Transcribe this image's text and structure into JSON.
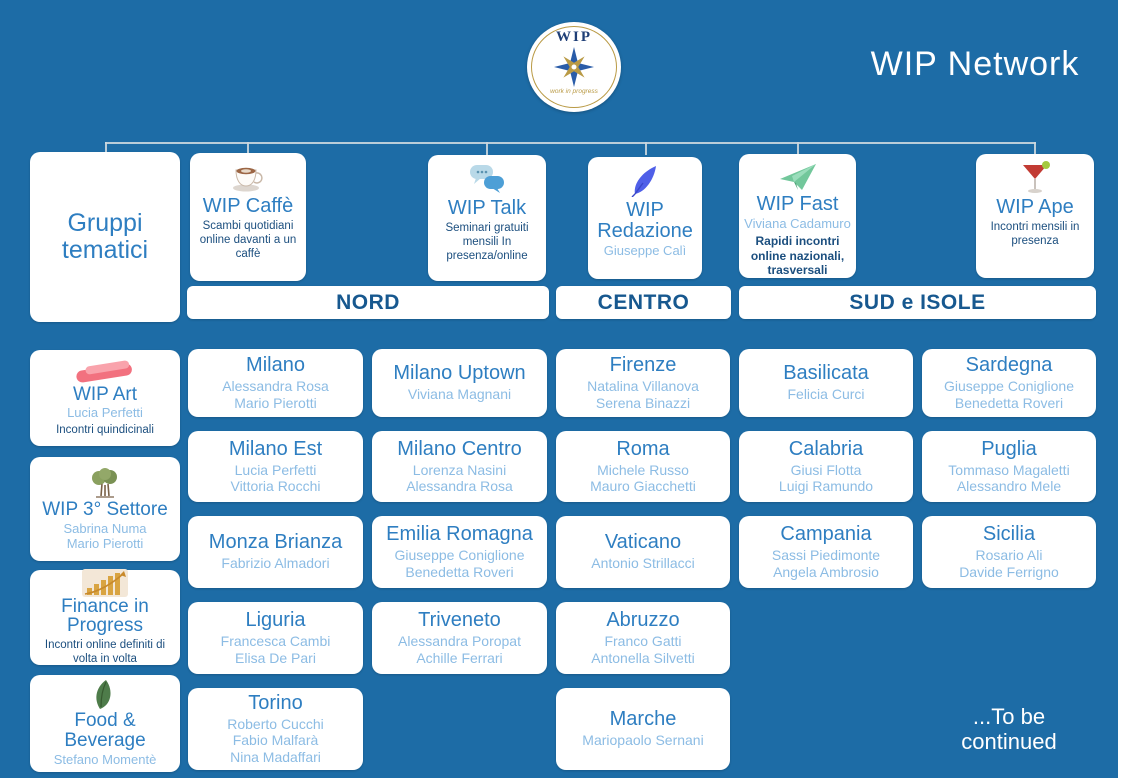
{
  "colors": {
    "background": "#1D6CA6",
    "card_title_blue": "#2E7EC1",
    "names_light_blue": "#8CBCE4",
    "description_dark_blue": "#1C4F7F",
    "region_label_blue": "#17588F",
    "title_white": "#FFFFFF"
  },
  "header": {
    "title": "WIP Network",
    "logo": {
      "text": "WIP",
      "tagline": "work in progress"
    }
  },
  "top_row": {
    "gruppi_tematici": "Gruppi tematici",
    "groups": [
      {
        "title": "WIP Caffè",
        "icon": "coffee-cup-icon",
        "people": [],
        "description": "Scambi quotidiani online davanti a un caffè"
      },
      {
        "title": "WIP Talk",
        "icon": "speech-bubbles-icon",
        "people": [],
        "description": "Seminari gratuiti mensili In presenza/online"
      },
      {
        "title": "WIP Redazione",
        "icon": "feather-icon",
        "people": [
          "Giuseppe Calì"
        ],
        "description": ""
      },
      {
        "title": "WIP Fast",
        "icon": "paper-plane-icon",
        "people": [
          "Viviana Cadamuro"
        ],
        "description": "Rapidi incontri online nazionali, trasversali"
      },
      {
        "title": "WIP Ape",
        "icon": "cocktail-icon",
        "people": [],
        "description": "Incontri mensili in presenza"
      }
    ]
  },
  "regions": {
    "nord": "NORD",
    "centro": "CENTRO",
    "sud": "SUD e ISOLE"
  },
  "thematic_groups": [
    {
      "title": "WIP Art",
      "icon": "paint-stroke-icon",
      "people": [
        "Lucia Perfetti"
      ],
      "description": "Incontri quindicinali"
    },
    {
      "title": "WIP 3° Settore",
      "icon": "tree-icon",
      "people": [
        "Sabrina Numa",
        "Mario Pierotti"
      ],
      "description": ""
    },
    {
      "title": "Finance in Progress",
      "icon": "bar-chart-icon",
      "people": [],
      "description": "Incontri online definiti di volta in volta"
    },
    {
      "title": "Food & Beverage",
      "icon": "leaf-icon",
      "people": [
        "Stefano Momentè"
      ],
      "description": ""
    }
  ],
  "grid": {
    "cards": [
      {
        "region": "nord",
        "title": "Milano",
        "names": [
          "Alessandra Rosa",
          "Mario Pierotti"
        ]
      },
      {
        "region": "nord",
        "title": "Milano Uptown",
        "names": [
          "Viviana Magnani"
        ]
      },
      {
        "region": "centro",
        "title": "Firenze",
        "names": [
          "Natalina Villanova",
          "Serena Binazzi"
        ]
      },
      {
        "region": "sud",
        "title": "Basilicata",
        "names": [
          "Felicia Curci"
        ]
      },
      {
        "region": "sud",
        "title": "Sardegna",
        "names": [
          "Giuseppe Coniglione",
          "Benedetta Roveri"
        ]
      },
      {
        "region": "nord",
        "title": "Milano Est",
        "names": [
          "Lucia Perfetti",
          "Vittoria Rocchi"
        ]
      },
      {
        "region": "nord",
        "title": "Milano Centro",
        "names": [
          "Lorenza Nasini",
          "Alessandra Rosa"
        ]
      },
      {
        "region": "centro",
        "title": "Roma",
        "names": [
          "Michele Russo",
          "Mauro Giacchetti"
        ]
      },
      {
        "region": "sud",
        "title": "Calabria",
        "names": [
          "Giusi Flotta",
          "Luigi Ramundo"
        ]
      },
      {
        "region": "sud",
        "title": "Puglia",
        "names": [
          "Tommaso Magaletti",
          "Alessandro Mele"
        ]
      },
      {
        "region": "nord",
        "title": "Monza Brianza",
        "names": [
          "Fabrizio Almadori"
        ]
      },
      {
        "region": "nord",
        "title": "Emilia Romagna",
        "names": [
          "Giuseppe Coniglione",
          "Benedetta Roveri"
        ]
      },
      {
        "region": "centro",
        "title": "Vaticano",
        "names": [
          "Antonio Strillacci"
        ]
      },
      {
        "region": "sud",
        "title": "Campania",
        "names": [
          "Sassi Piedimonte",
          "Angela Ambrosio"
        ]
      },
      {
        "region": "sud",
        "title": "Sicilia",
        "names": [
          "Rosario Ali",
          "Davide Ferrigno"
        ]
      },
      {
        "region": "nord",
        "title": "Liguria",
        "names": [
          "Francesca Cambi",
          "Elisa De Pari"
        ]
      },
      {
        "region": "nord",
        "title": "Triveneto",
        "names": [
          "Alessandra Poropat",
          "Achille Ferrari"
        ]
      },
      {
        "region": "centro",
        "title": "Abruzzo",
        "names": [
          "Franco Gatti",
          "Antonella Silvetti"
        ]
      },
      {
        "region": "nord",
        "title": "Torino",
        "names": [
          "Roberto Cucchi",
          "Fabio Malfarà",
          "Nina Madaffari"
        ]
      },
      {
        "region": "centro",
        "title": "Marche",
        "names": [
          "Mariopaolo Sernani"
        ]
      }
    ]
  },
  "footer": {
    "to_be_continued": "...To be continued"
  }
}
